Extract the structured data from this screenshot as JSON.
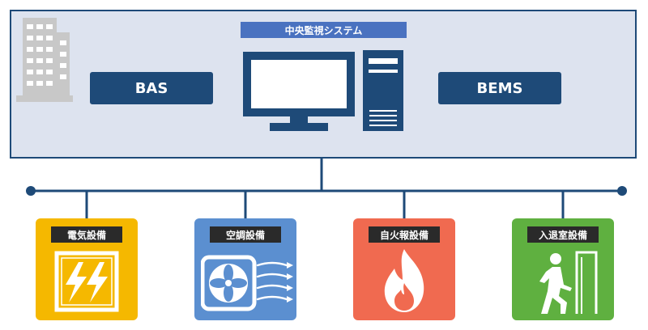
{
  "central_system": {
    "title": "中央監視システム"
  },
  "systems": [
    {
      "id": "bas",
      "label": "BAS"
    },
    {
      "id": "bems",
      "label": "BEMS"
    }
  ],
  "equipment": [
    {
      "id": "electrical",
      "label": "電気設備",
      "color": "#f5b800",
      "icon": "lightning-panel-icon"
    },
    {
      "id": "hvac",
      "label": "空調設備",
      "color": "#5b8fd0",
      "icon": "fan-icon"
    },
    {
      "id": "fire-alarm",
      "label": "自火報設備",
      "color": "#f06a50",
      "icon": "flame-icon"
    },
    {
      "id": "access-control",
      "label": "入退室設備",
      "color": "#5fb040",
      "icon": "exit-person-icon"
    }
  ],
  "colors": {
    "navy": "#1e4a78",
    "panel": "#dde3ef",
    "title_bar": "#4a72c0",
    "label_bg": "#2a2a2a"
  }
}
